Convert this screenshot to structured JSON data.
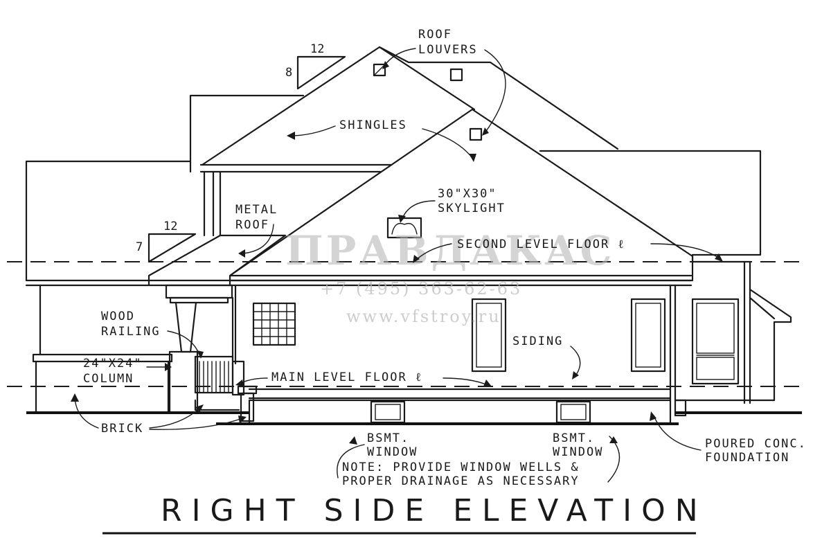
{
  "title": "RIGHT SIDE ELEVATION",
  "pitch_upper": {
    "rise": "8",
    "run": "12"
  },
  "pitch_lower": {
    "rise": "7",
    "run": "12"
  },
  "labels": {
    "roof_louvers": [
      "ROOF",
      "LOUVERS"
    ],
    "shingles": "SHINGLES",
    "skylight": [
      "30\"X30\"",
      "SKYLIGHT"
    ],
    "metal_roof": [
      "METAL",
      "ROOF"
    ],
    "second_level_floor": "SECOND LEVEL FLOOR ℓ",
    "wood_railing": [
      "WOOD",
      "RAILING"
    ],
    "column": [
      "24\"X24\"",
      "COLUMN"
    ],
    "main_level_floor": "MAIN LEVEL FLOOR ℓ",
    "siding": "SIDING",
    "brick": "BRICK",
    "bsmt_window_left": [
      "BSMT.",
      "WINDOW"
    ],
    "bsmt_window_right": [
      "BSMT.",
      "WINDOW"
    ],
    "note": [
      "NOTE: PROVIDE WINDOW WELLS &",
      "PROPER DRAINAGE AS NECESSARY"
    ],
    "foundation": [
      "POURED CONC.",
      "FOUNDATION"
    ]
  },
  "watermark": {
    "brand": "ПРАВДАКАС",
    "phone": "+7 (495) 363-62-63",
    "site": "www.vfstroy.ru"
  }
}
